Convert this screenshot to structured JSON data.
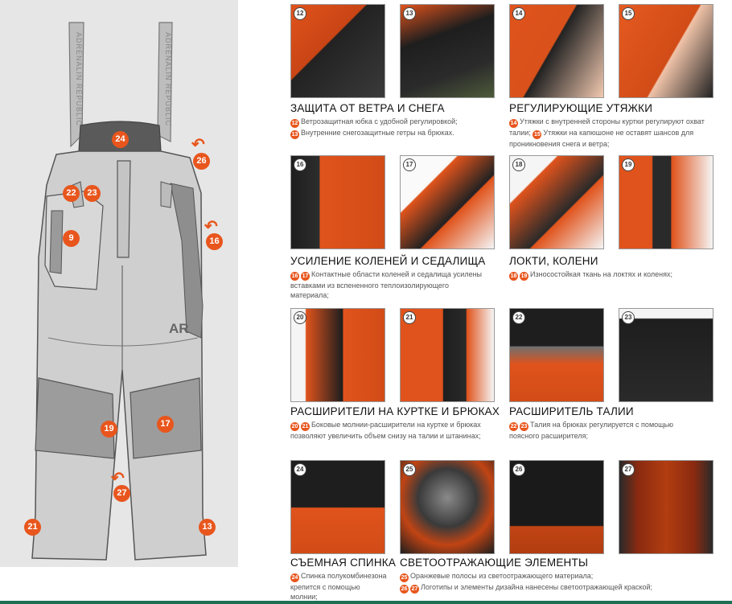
{
  "diagram": {
    "suspender_text": "ADRENALIN REPUBLIC",
    "logo": "AR",
    "callouts": [
      "24",
      "26",
      "22",
      "23",
      "16",
      "9",
      "19",
      "17",
      "27",
      "21",
      "13"
    ]
  },
  "photos": [
    "12",
    "13",
    "14",
    "15",
    "16",
    "17",
    "18",
    "19",
    "20",
    "21",
    "22",
    "23",
    "24",
    "25",
    "26",
    "27"
  ],
  "sections": [
    {
      "title": "ЗАЩИТА ОТ ВЕТРА И СНЕГА",
      "lines": [
        {
          "badges": [
            "12"
          ],
          "text": "Ветрозащитная юбка с удобной регулировкой;"
        },
        {
          "badges": [
            "13"
          ],
          "text": "Внутренние снегозащитные гетры на брюках."
        }
      ]
    },
    {
      "title": "РЕГУЛИРУЮЩИЕ УТЯЖКИ",
      "lines": [
        {
          "badges": [
            "14"
          ],
          "text": "Утяжки с внутренней стороны куртки регулируют охват"
        },
        {
          "badges": [],
          "text": "талии;"
        },
        {
          "badges": [
            "15"
          ],
          "text": "Утяжки на капюшоне не оставят шансов для"
        },
        {
          "badges": [],
          "text": "проникновения снега и ветра;"
        }
      ]
    },
    {
      "title": "УСИЛЕНИЕ КОЛЕНЕЙ И СЕДАЛИЩА",
      "lines": [
        {
          "badges": [
            "16",
            "17"
          ],
          "text": "Контактные области коленей и седалища усилены"
        },
        {
          "badges": [],
          "text": "вставками из вспененного теплоизолирующего"
        },
        {
          "badges": [],
          "text": "материала;"
        }
      ]
    },
    {
      "title": "ЛОКТИ, КОЛЕНИ",
      "lines": [
        {
          "badges": [
            "18",
            "19"
          ],
          "text": "Износостойкая ткань на локтях и коленях;"
        }
      ]
    },
    {
      "title": "РАСШИРИТЕЛИ НА КУРТКЕ И БРЮКАХ",
      "lines": [
        {
          "badges": [
            "20",
            "21"
          ],
          "text": "Боковые молнии-расширители на куртке и брюках"
        },
        {
          "badges": [],
          "text": "позволяют увеличить объем снизу на талии и штанинах;"
        }
      ]
    },
    {
      "title": "РАСШИРИТЕЛЬ ТАЛИИ",
      "lines": [
        {
          "badges": [
            "22",
            "23"
          ],
          "text": "Талия на брюках регулируется с помощью"
        },
        {
          "badges": [],
          "text": "поясного расширителя;"
        }
      ]
    },
    {
      "title": "СЪЕМНАЯ СПИНКА",
      "lines": [
        {
          "badges": [
            "24"
          ],
          "text": "Спинка полукомбинезона"
        },
        {
          "badges": [],
          "text": "крепится с помощью"
        },
        {
          "badges": [],
          "text": "молнии;"
        }
      ]
    },
    {
      "title": "СВЕТООТРАЖАЮЩИЕ ЭЛЕМЕНТЫ",
      "lines": [
        {
          "badges": [
            "25"
          ],
          "text": "Оранжевые полосы из светоотражающего материала;"
        },
        {
          "badges": [
            "26",
            "27"
          ],
          "text": "Логотипы и элементы дизайна нанесены светоотражающей краской;"
        }
      ]
    }
  ],
  "colors": {
    "accent": "#e8561d",
    "panel": "#e6e6e6",
    "rule": "#1f6f55"
  }
}
